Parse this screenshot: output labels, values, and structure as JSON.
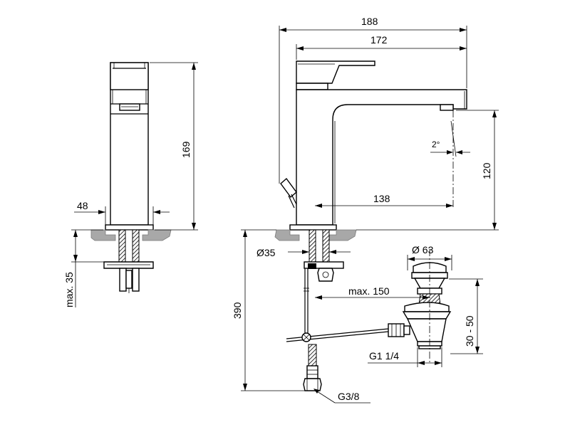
{
  "dimensions": {
    "overall_length": "188",
    "spout_length": "172",
    "side_height": "169",
    "side_width": "48",
    "max_thickness": "max. 35",
    "spout_height": "120",
    "spout_reach": "138",
    "spout_angle": "2°",
    "hole_diameter": "Ø35",
    "total_height": "390",
    "waste_reach": "max. 150",
    "waste_diameter": "Ø 63",
    "waste_height": "30 - 50",
    "waste_thread": "G1 1/4",
    "hose_thread": "G3/8"
  }
}
